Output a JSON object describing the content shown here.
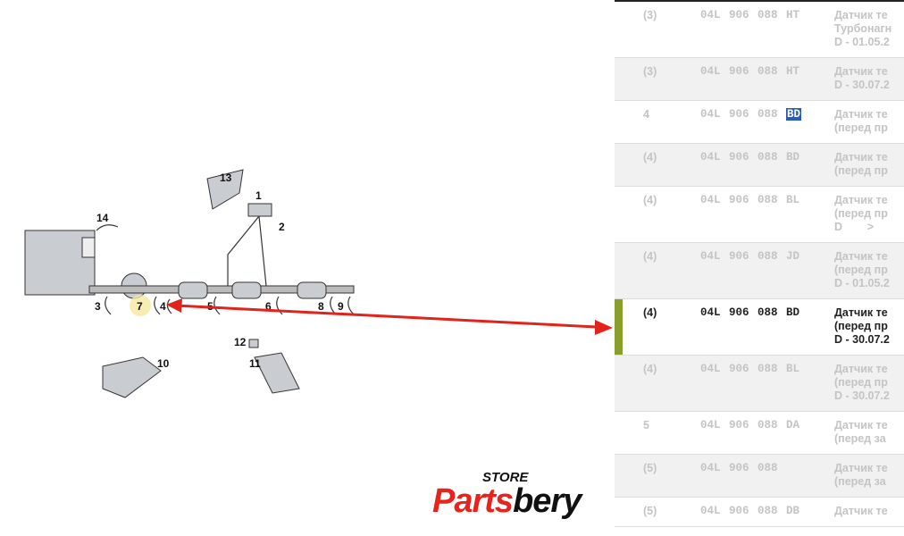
{
  "diagram": {
    "callouts": [
      "1",
      "2",
      "3",
      "4",
      "5",
      "6",
      "7",
      "8",
      "9",
      "10",
      "11",
      "12",
      "13",
      "14"
    ],
    "arrow_color": "#e0231b"
  },
  "table": {
    "rows": [
      {
        "pos": "(3)",
        "part": "04L 906 088",
        "suffix": "HT",
        "desc": "Датчик те\nТурбонагн\nD - 01.05.2"
      },
      {
        "pos": "(3)",
        "part": "04L 906 088",
        "suffix": "HT",
        "desc": "Датчик те\nD - 30.07.2"
      },
      {
        "pos": "4",
        "part": "04L 906 088",
        "suffix": "BD",
        "desc": "Датчик те\n(перед пр"
      },
      {
        "pos": "(4)",
        "part": "04L 906 088",
        "suffix": "BD",
        "desc": "Датчик те\n(перед пр"
      },
      {
        "pos": "(4)",
        "part": "04L 906 088",
        "suffix": "BL",
        "desc": "Датчик те\n(перед пр\nD        >"
      },
      {
        "pos": "(4)",
        "part": "04L 906 088",
        "suffix": "JD",
        "desc": "Датчик те\n(перед пр\nD - 01.05.2"
      },
      {
        "pos": "(4)",
        "part": "04L 906 088",
        "suffix": "BD",
        "desc": "Датчик те\n(перед пр\nD - 30.07.2"
      },
      {
        "pos": "(4)",
        "part": "04L 906 088",
        "suffix": "BL",
        "desc": "Датчик те\n(перед пр\nD - 30.07.2"
      },
      {
        "pos": "5",
        "part": "04L 906 088",
        "suffix": "DA",
        "desc": "Датчик те\n(перед за"
      },
      {
        "pos": "(5)",
        "part": "04L 906 088",
        "suffix": "",
        "desc": "Датчик те\n(перед за"
      },
      {
        "pos": "(5)",
        "part": "04L 906 088",
        "suffix": "DB",
        "desc": "Датчик те"
      }
    ],
    "selected_index": 6,
    "selected_color": "#8a9e2a",
    "highlight_color": "#2a5bb6"
  },
  "logo": {
    "store": "STORE",
    "brand_red": "Parts",
    "brand_black": "bery"
  }
}
